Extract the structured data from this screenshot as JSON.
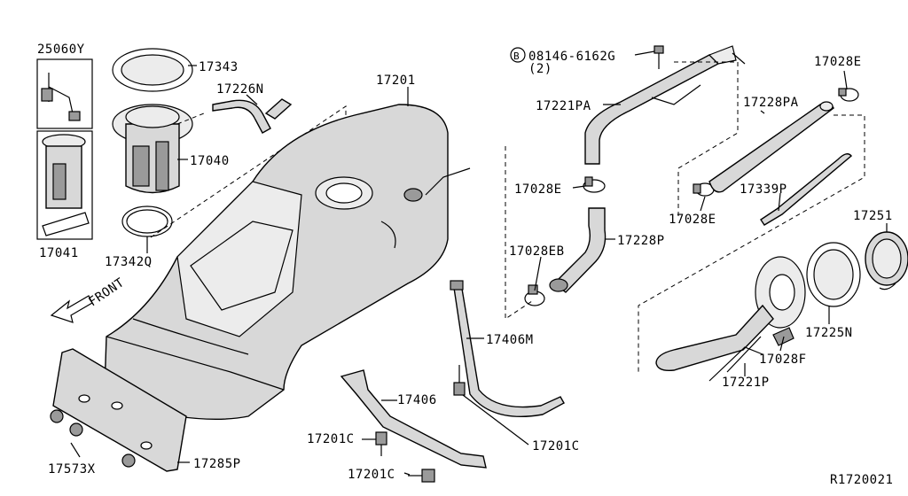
{
  "labels": {
    "p25060Y": "25060Y",
    "p17343": "17343",
    "p17226N": "17226N",
    "p17201": "17201",
    "p17040": "17040",
    "p17041": "17041",
    "p17342Q": "17342Q",
    "front": "FRONT",
    "bolt_code": "08146-6162G",
    "bolt_circle": "B",
    "bolt_qty": "(2)",
    "p17221PA": "17221PA",
    "p17028E_top": "17028E",
    "p17228PA": "17228PA",
    "p17028E_mid": "17028E",
    "p17028E_lower": "17028E",
    "p17339P": "17339P",
    "p17028EB": "17028EB",
    "p17228P": "17228P",
    "p17251": "17251",
    "p17225N": "17225N",
    "p17028F": "17028F",
    "p17221P": "17221P",
    "p17406M": "17406M",
    "p17406": "17406",
    "p17201C_left": "17201C",
    "p17201C_right": "17201C",
    "p17201C_bottom": "17201C",
    "p17573X": "17573X",
    "p17285P": "17285P",
    "ref": "R1720021"
  },
  "icons": {
    "front_arrow": "arrow-icon",
    "bolt_symbol": "circled-b-icon"
  }
}
